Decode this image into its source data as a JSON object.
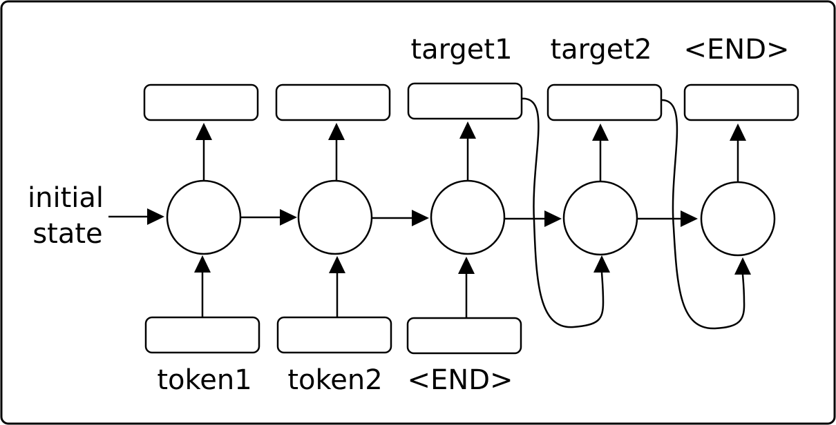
{
  "diagram": {
    "initial_state": [
      "initial",
      "state"
    ],
    "inputs": [
      "token1",
      "token2",
      "<END>"
    ],
    "outputs": [
      "target1",
      "target2",
      "<END>"
    ]
  }
}
